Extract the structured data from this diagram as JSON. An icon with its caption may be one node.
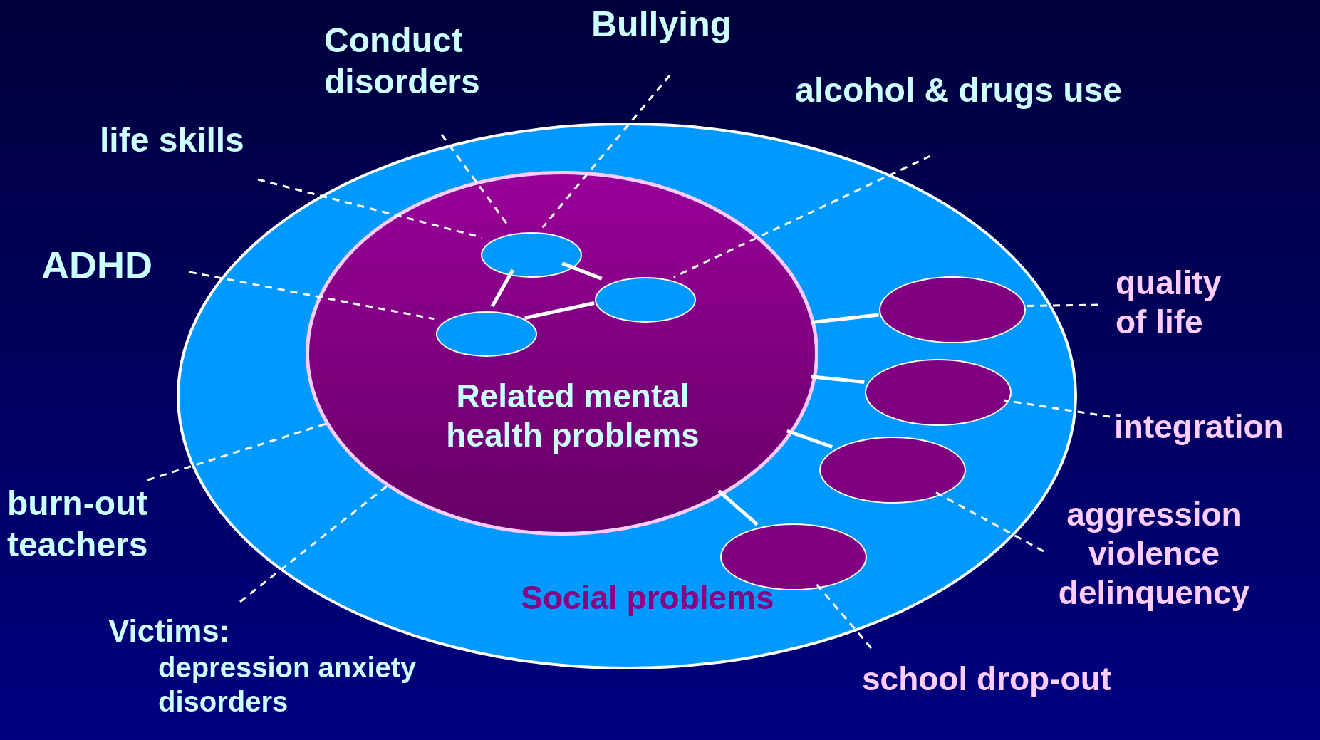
{
  "diagram": {
    "nodes": [
      {
        "text": [
          "Social problems"
        ]
      },
      {
        "text": [
          "Related mental health problems"
        ],
        "in": 0
      },
      {
        "text": [],
        "shape": "ellipse",
        "in": 1
      },
      {
        "text": [],
        "shape": "ellipse",
        "in": 1
      },
      {
        "text": [],
        "shape": "ellipse",
        "in": 1
      },
      {
        "text": [],
        "shape": "ellipse",
        "in": 0
      },
      {
        "text": [],
        "shape": "ellipse",
        "in": 0
      },
      {
        "text": [],
        "shape": "ellipse",
        "in": 0
      },
      {
        "text": [],
        "shape": "ellipse",
        "in": 0
      },
      {
        "text": [
          "Bullying"
        ]
      },
      {
        "text": [
          "Conduct disorders"
        ]
      },
      {
        "text": [
          "alcohol & drugs use"
        ]
      },
      {
        "text": [
          "life skills"
        ]
      },
      {
        "text": [
          "ADHD"
        ]
      },
      {
        "text": [
          "quality of life"
        ]
      },
      {
        "text": [
          "integration"
        ]
      },
      {
        "text": [
          "burn-out teachers"
        ]
      },
      {
        "text": [
          "aggression violence delinquency"
        ]
      },
      {
        "text": [
          "Victims:",
          "depression anxiety disorders"
        ]
      },
      {
        "text": [
          "school drop-out"
        ]
      }
    ],
    "edges": [
      {
        "from": 2,
        "to": 3,
        "arrow": "none"
      },
      {
        "from": 2,
        "to": 4,
        "arrow": "none"
      },
      {
        "from": 4,
        "to": 3,
        "arrow": "none"
      },
      {
        "from": 1,
        "to": 5,
        "arrow": "none"
      },
      {
        "from": 1,
        "to": 6,
        "arrow": "none"
      },
      {
        "from": 1,
        "to": 7,
        "arrow": "none"
      },
      {
        "from": 1,
        "to": 8,
        "arrow": "none"
      },
      {
        "from": 9,
        "to": 2,
        "arrow": "none",
        "style": "dashed"
      },
      {
        "from": 10,
        "to": 2,
        "arrow": "none",
        "style": "dashed"
      },
      {
        "from": 11,
        "to": 3,
        "arrow": "none",
        "style": "dashed"
      },
      {
        "from": 12,
        "to": 2,
        "arrow": "none",
        "style": "dashed"
      },
      {
        "from": 13,
        "to": 4,
        "arrow": "none",
        "style": "dashed"
      },
      {
        "from": 14,
        "to": 5,
        "arrow": "none",
        "style": "dashed"
      },
      {
        "from": 15,
        "to": 6,
        "arrow": "none",
        "style": "dashed"
      },
      {
        "from": 16,
        "to": 1,
        "arrow": "none",
        "style": "dashed"
      },
      {
        "from": 17,
        "to": 7,
        "arrow": "none",
        "style": "dashed"
      },
      {
        "from": 18,
        "to": 1,
        "arrow": "none",
        "style": "dashed"
      },
      {
        "from": 19,
        "to": 8,
        "arrow": "none",
        "style": "dashed"
      }
    ]
  }
}
